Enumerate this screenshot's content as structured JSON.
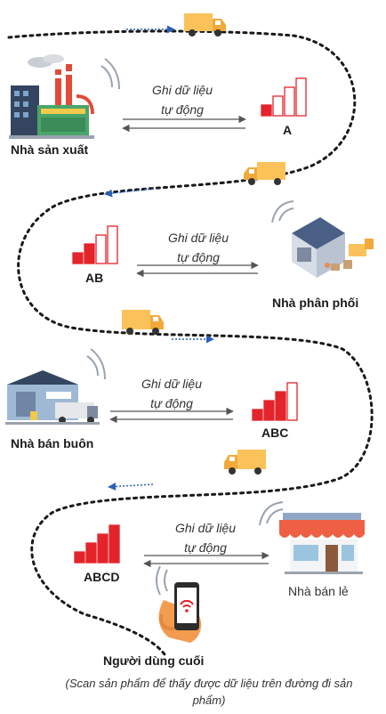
{
  "colors": {
    "bar_red": "#e4242b",
    "truck_body": "#fbc25a",
    "arrow_blue": "#2d61b6",
    "path": "#1a1a1a",
    "factory_green": "#4aa56a",
    "warehouse_roof": "#4a5f86",
    "shop_awning": "#ef5f43",
    "phone_hand": "#f39b4f"
  },
  "icons": [
    "truck-icon",
    "factory-icon",
    "warehouse-icon",
    "shop-icon",
    "phone-icon",
    "wifi-icon",
    "signal-bars-icon"
  ],
  "stages": [
    {
      "name": "Nhà sản xuất",
      "code": "A",
      "bars_filled": 1
    },
    {
      "name": "Nhà phân phối",
      "code": "AB",
      "bars_filled": 2
    },
    {
      "name": "Nhà bán buôn",
      "code": "ABC",
      "bars_filled": 3
    },
    {
      "name": "Nhà bán lẻ",
      "code": "ABCD",
      "bars_filled": 4
    }
  ],
  "record": {
    "line1": "Ghi dữ liệu",
    "line2": "tự động"
  },
  "end_user": {
    "title": "Người dùng cuối",
    "note": "(Scan sản phẩm để thấy được dữ liệu trên đường đi sản phẩm)"
  }
}
